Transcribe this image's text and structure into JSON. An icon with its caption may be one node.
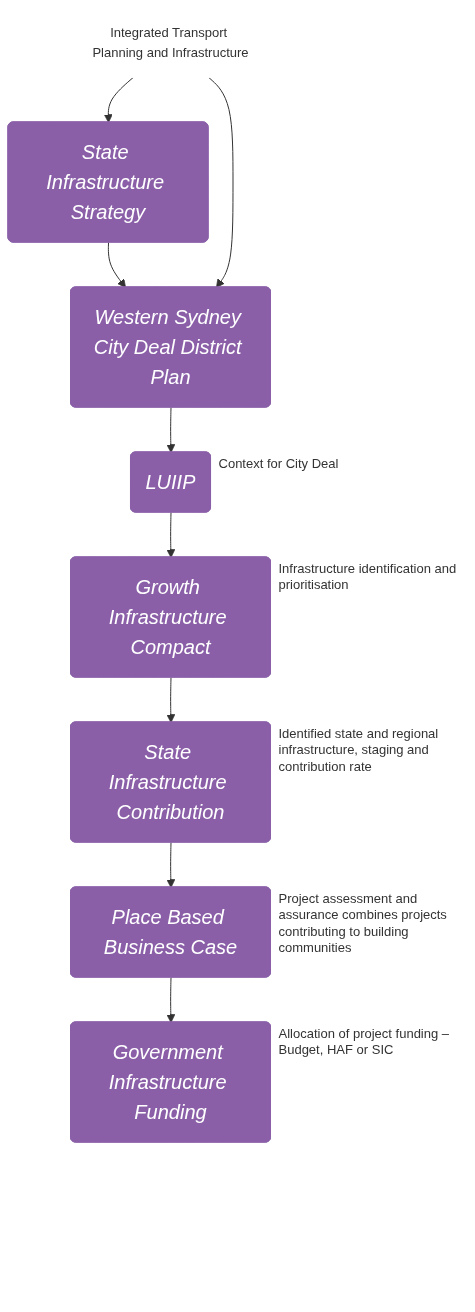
{
  "diagram": {
    "nodes": [
      {
        "text": [
          "State Infrastructure Strategy"
        ]
      },
      {
        "text": [
          "Western Sydney City Deal District Plan"
        ]
      },
      {
        "text": [
          "LUIIP"
        ],
        "beside": [
          "Context for City Deal"
        ]
      },
      {
        "text": [
          "Growth Infrastructure Compact"
        ],
        "beside": [
          "Infrastructure identification and prioritisation"
        ]
      },
      {
        "text": [
          "State Infrastructure Contribution"
        ],
        "beside": [
          "Identified state and regional infrastructure, staging and contribution rate"
        ]
      },
      {
        "text": [
          "Place Based Business Case"
        ],
        "beside": [
          "Project assessment and assurance combines projects contributing to building communities"
        ]
      },
      {
        "text": [
          "Government Infrastructure Funding"
        ],
        "beside": [
          "Allocation of project funding – Budget, HAF or SIC"
        ]
      },
      {
        "text": [
          "Integrated Transport Planning and Infrastructure"
        ]
      }
    ],
    "edges": [
      {
        "from": 0,
        "to": 1,
        "arrow": "to"
      },
      {
        "from": 1,
        "to": 2,
        "arrow": "to"
      },
      {
        "from": 2,
        "to": 3,
        "arrow": "to"
      },
      {
        "from": 3,
        "to": 4,
        "arrow": "to"
      },
      {
        "from": 4,
        "to": 5,
        "arrow": "to"
      },
      {
        "from": 5,
        "to": 6,
        "arrow": "to"
      },
      {
        "from": 7,
        "to": 0,
        "arrow": "to"
      },
      {
        "from": 7,
        "to": 1,
        "arrow": "to"
      }
    ]
  }
}
